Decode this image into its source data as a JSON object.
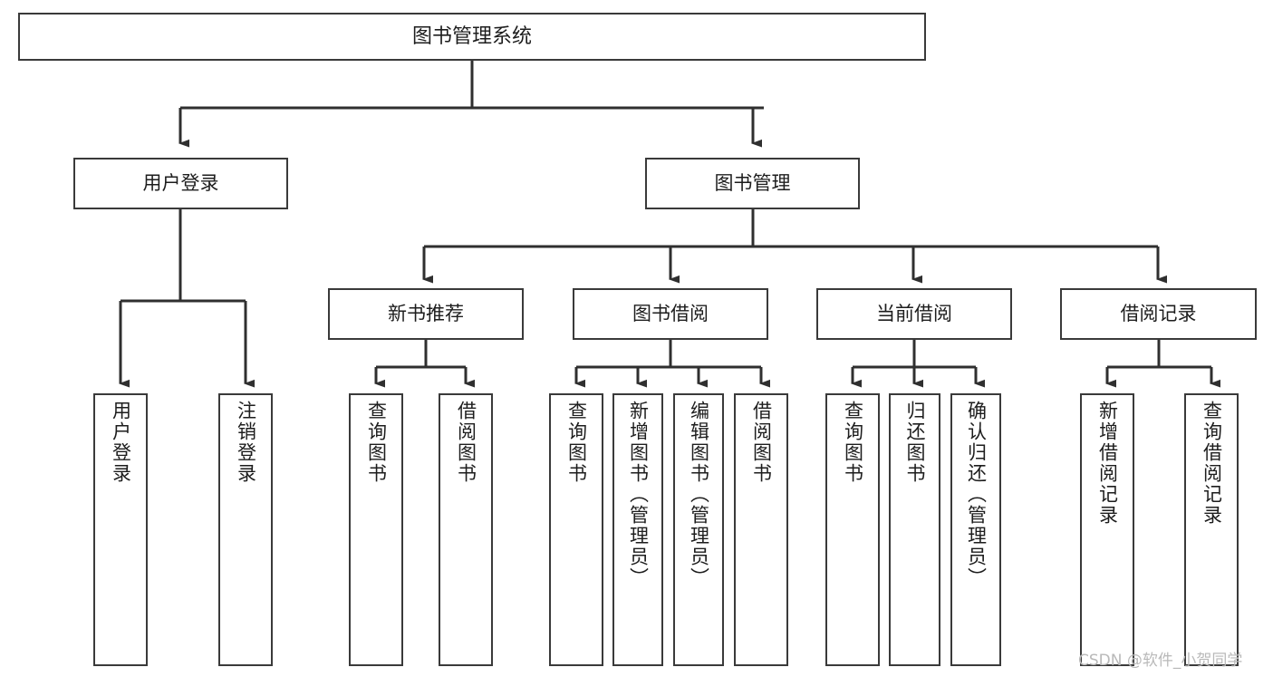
{
  "diagram": {
    "title": "图书管理系统",
    "type": "tree-hierarchy",
    "root": {
      "id": "root",
      "label": "图书管理系统"
    },
    "level2": [
      {
        "id": "user-login",
        "label": "用户登录"
      },
      {
        "id": "book-management",
        "label": "图书管理"
      }
    ],
    "level3": [
      {
        "id": "new-book-recommend",
        "label": "新书推荐",
        "parent": "book-management"
      },
      {
        "id": "book-borrow",
        "label": "图书借阅",
        "parent": "book-management"
      },
      {
        "id": "current-borrow",
        "label": "当前借阅",
        "parent": "book-management"
      },
      {
        "id": "borrow-record",
        "label": "借阅记录",
        "parent": "book-management"
      }
    ],
    "leaves": [
      {
        "id": "leaf-user-login",
        "label": "用户登录",
        "parent": "user-login"
      },
      {
        "id": "leaf-user-logout",
        "label": "注销登录",
        "parent": "user-login"
      },
      {
        "id": "leaf-query-book-1",
        "label": "查询图书",
        "parent": "new-book-recommend"
      },
      {
        "id": "leaf-borrow-book-1",
        "label": "借阅图书",
        "parent": "new-book-recommend"
      },
      {
        "id": "leaf-query-book-2",
        "label": "查询图书",
        "parent": "book-borrow"
      },
      {
        "id": "leaf-add-book",
        "label": "新增图书（管理员）",
        "parent": "book-borrow"
      },
      {
        "id": "leaf-edit-book",
        "label": "编辑图书（管理员）",
        "parent": "book-borrow"
      },
      {
        "id": "leaf-borrow-book-2",
        "label": "借阅图书",
        "parent": "book-borrow"
      },
      {
        "id": "leaf-query-book-3",
        "label": "查询图书",
        "parent": "current-borrow"
      },
      {
        "id": "leaf-return-book",
        "label": "归还图书",
        "parent": "current-borrow"
      },
      {
        "id": "leaf-confirm-return",
        "label": "确认归还（管理员）",
        "parent": "current-borrow"
      },
      {
        "id": "leaf-add-record",
        "label": "新增借阅记录",
        "parent": "borrow-record"
      },
      {
        "id": "leaf-query-record",
        "label": "查询借阅记录",
        "parent": "borrow-record"
      }
    ],
    "watermark": "CSDN @软件_小贺同学",
    "colors": {
      "stroke": "#3a3a3a",
      "background": "#ffffff",
      "text": "#1d1d1d",
      "watermark": "#b9b9b9"
    }
  }
}
